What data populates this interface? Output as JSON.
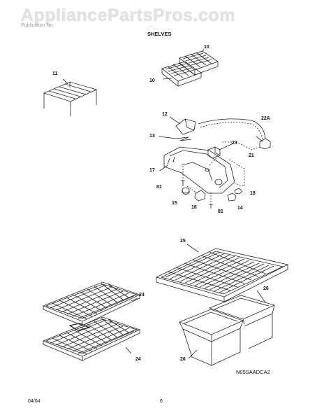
{
  "watermark": "AppliancePartsPros.com",
  "header": {
    "left": "Publication No.",
    "right": "...",
    "title": "SHELVES"
  },
  "callouts": {
    "c10a": "10",
    "c10b": "10",
    "c11": "11",
    "c12": "12",
    "c13": "13",
    "c22a": "22A",
    "c23": "23",
    "c17": "17",
    "c21": "21",
    "c81a": "81",
    "c18": "18",
    "c15": "15",
    "c16": "16",
    "c81b": "81",
    "c14": "14",
    "c25": "25",
    "c26a": "26",
    "c24a": "24",
    "c24b": "24",
    "c26b": "26"
  },
  "diagram_code": "N05SAADCA2",
  "footer": {
    "date": "04/04",
    "page": "6"
  }
}
